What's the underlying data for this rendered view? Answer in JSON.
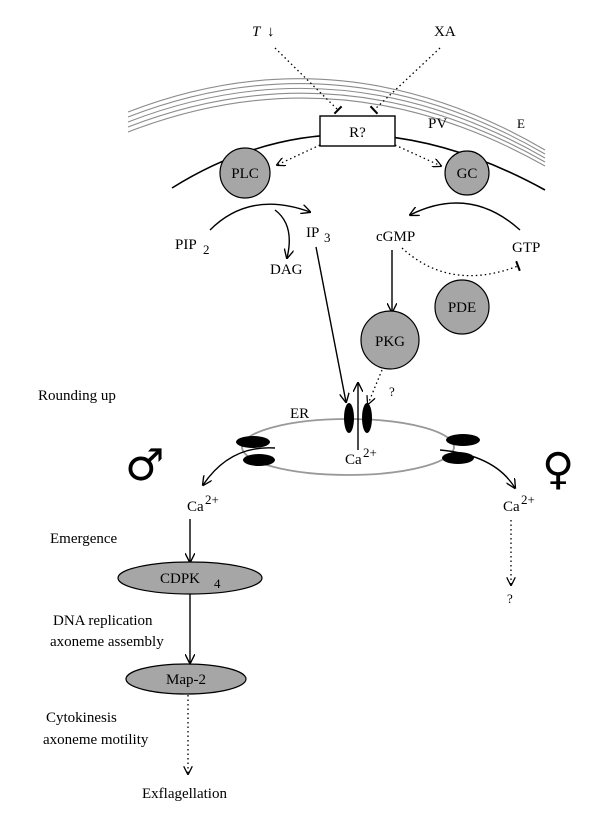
{
  "signals": {
    "t": "T",
    "t_arrow": "↓",
    "xa": "XA"
  },
  "membranes": {
    "pv": "PV",
    "e": "E",
    "er": "ER"
  },
  "nodes": {
    "receptor": "R?",
    "plc": "PLC",
    "gc": "GC",
    "pde": "PDE",
    "pkg": "PKG",
    "cdpk": "CDPK",
    "cdpk_sub": "4",
    "map2": "Map-2"
  },
  "molecules": {
    "pip2": "PIP",
    "pip2_sub": "2",
    "ip3": "IP",
    "ip3_sub": "3",
    "dag": "DAG",
    "cgmp": "cGMP",
    "gtp": "GTP",
    "ca_center": "Ca",
    "ca_center_sup": "2+",
    "ca_left": "Ca",
    "ca_left_sup": "2+",
    "ca_right": "Ca",
    "ca_right_sup": "2+"
  },
  "events": {
    "rounding_up": "Rounding up",
    "emergence": "Emergence",
    "dna_replication": "DNA replication",
    "axoneme_assembly": "axoneme assembly",
    "cytokinesis": "Cytokinesis",
    "axoneme_motility": "axoneme motility",
    "exflagellation": "Exflagellation"
  },
  "unknowns": {
    "pkg_question": "?",
    "female_question": "?"
  },
  "symbols": {
    "male": "♂",
    "female": "♀"
  },
  "colors": {
    "node_fill": "#a6a6a6",
    "line": "#000000",
    "membrane_gray": "#8c8c8c",
    "er_gray": "#999999"
  }
}
